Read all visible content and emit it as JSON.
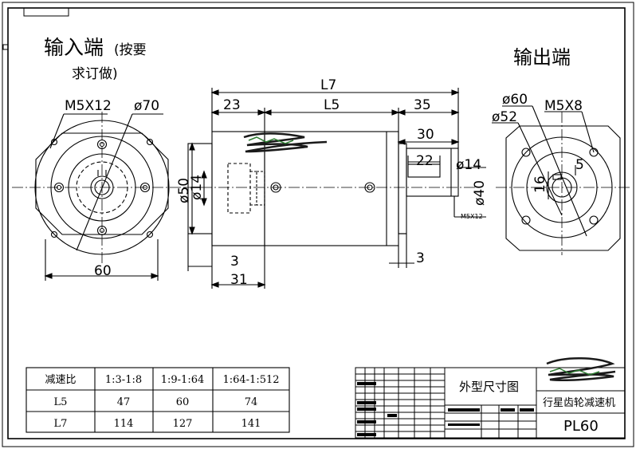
{
  "labels": {
    "input_end_title": "输入端",
    "input_end_note_line1": "(按要",
    "input_end_note_line2": "求订做)",
    "output_end_title": "输出端"
  },
  "input_view": {
    "bolt_spec": "M5X12",
    "pcd": "ø70",
    "width": "60"
  },
  "side_view": {
    "overall_length": "L7",
    "input_length": "23",
    "body_length": "L5",
    "shaft_length": "35",
    "shaft_30": "30",
    "key_length": "22",
    "shaft_dia": "ø14",
    "spigot_dia": "ø40",
    "bore_dia": "ø14",
    "flange_dia": "ø50",
    "thread_spec": "M5X12",
    "gap_left": "3",
    "gap_right": "3",
    "flange_31": "31"
  },
  "output_view": {
    "pcd_60": "ø60",
    "pcd_52": "ø52",
    "bolt_spec": "M5X8",
    "key_width": "5",
    "key_height": "16"
  },
  "ratio_table": {
    "headers": [
      "减速比",
      "1:3-1:8",
      "1:9-1:64",
      "1:64-1:512"
    ],
    "rows": [
      {
        "label": "L5",
        "values": [
          "47",
          "60",
          "74"
        ]
      },
      {
        "label": "L7",
        "values": [
          "114",
          "127",
          "141"
        ]
      }
    ]
  },
  "title_block": {
    "drawing_name": "外型尺寸图",
    "product_name": "行星齿轮减速机",
    "model": "PL60"
  },
  "colors": {
    "line": "#000000",
    "scribble": "#1a1a1a",
    "scribble_green": "#2e7d32",
    "background": "#ffffff"
  }
}
